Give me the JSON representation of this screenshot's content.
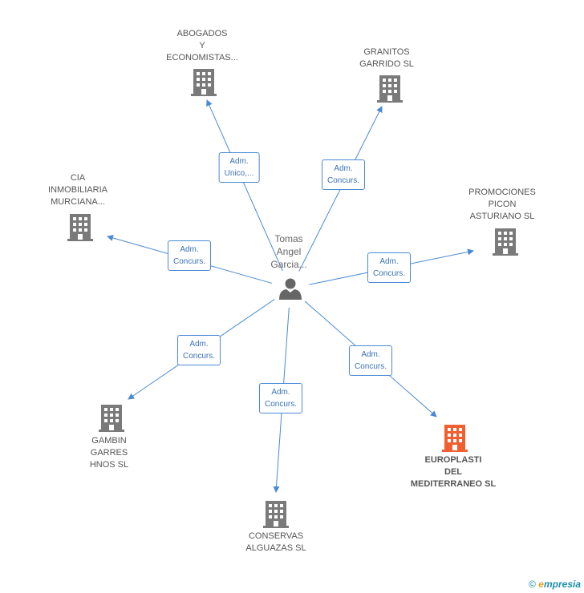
{
  "colors": {
    "edge": "#4a8ad4",
    "building": "#7a7a7a",
    "building_highlight": "#f06030",
    "person": "#666666"
  },
  "center": {
    "label": "Tomas\nAngel\nGarcia...",
    "icon": "person-icon"
  },
  "nodes": [
    {
      "id": "abogados",
      "label": "ABOGADOS\nY\nECONOMISTAS...",
      "icon": "building-icon",
      "highlight": false,
      "edge_label": "Adm.\nUnico,..."
    },
    {
      "id": "granitos",
      "label": "GRANITOS\nGARRIDO SL",
      "icon": "building-icon",
      "highlight": false,
      "edge_label": "Adm.\nConcurs."
    },
    {
      "id": "cia",
      "label": "CIA\nINMOBILIARIA\nMURCIANA...",
      "icon": "building-icon",
      "highlight": false,
      "edge_label": "Adm.\nConcurs."
    },
    {
      "id": "promociones",
      "label": "PROMOCIONES\nPICON\nASTURIANO SL",
      "icon": "building-icon",
      "highlight": false,
      "edge_label": "Adm.\nConcurs."
    },
    {
      "id": "gambin",
      "label": "GAMBIN\nGARRES\nHNOS SL",
      "icon": "building-icon",
      "highlight": false,
      "edge_label": "Adm.\nConcurs."
    },
    {
      "id": "europlasti",
      "label": "EUROPLASTI\nDEL\nMEDITERRANEO SL",
      "icon": "building-icon",
      "highlight": true,
      "edge_label": "Adm.\nConcurs."
    },
    {
      "id": "conservas",
      "label": "CONSERVAS\nALGUAZAS SL",
      "icon": "building-icon",
      "highlight": false,
      "edge_label": "Adm.\nConcurs."
    }
  ],
  "footer": {
    "copyright": "©",
    "brand_e": "e",
    "brand_rest": "mpresia"
  }
}
